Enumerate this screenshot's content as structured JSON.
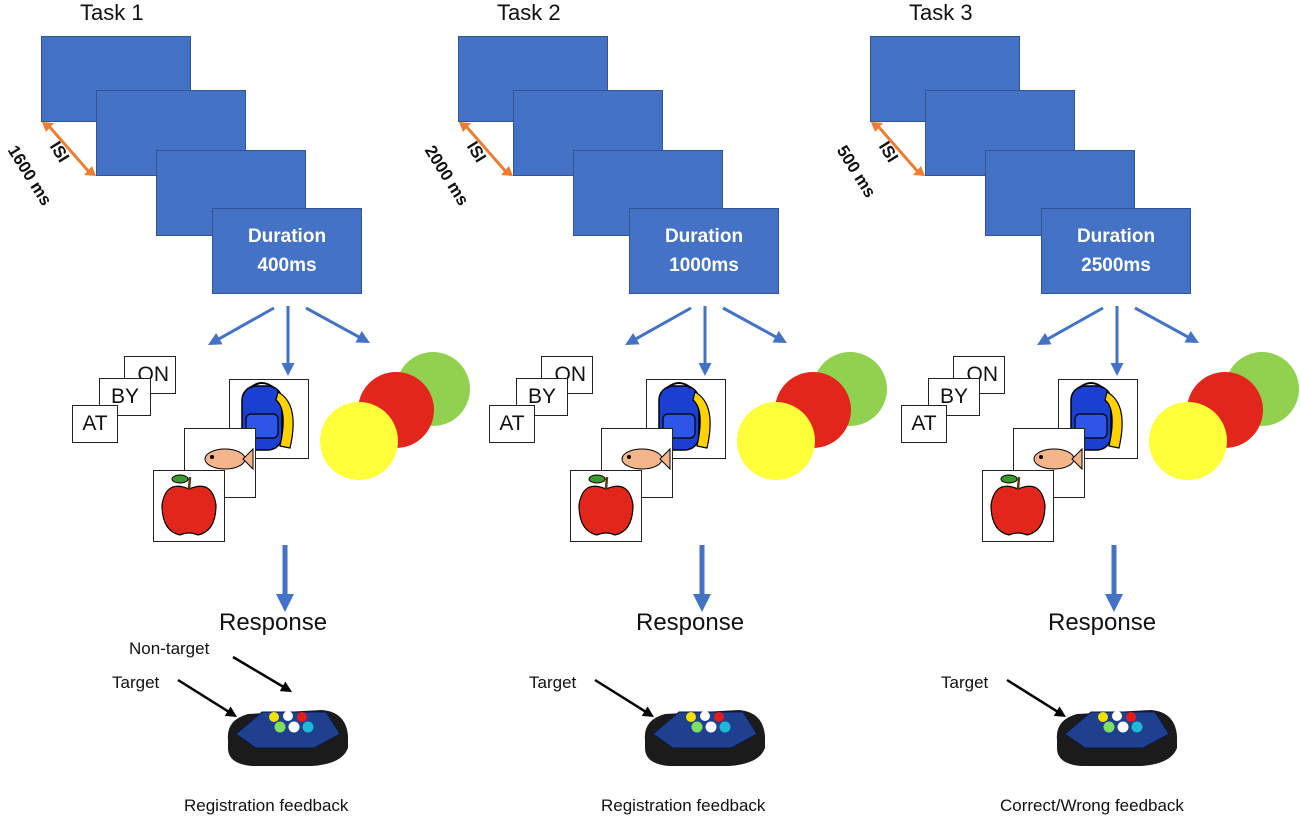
{
  "tasks": [
    {
      "title": "Task 1",
      "isi_label": "ISI",
      "isi_value": "1600 ms",
      "duration_label": "Duration",
      "duration_value": "400ms",
      "words": [
        "ON",
        "BY",
        "AT"
      ],
      "response_label": "Response",
      "target_label": "Target",
      "nontarget_label": "Non-target",
      "feedback": "Registration feedback"
    },
    {
      "title": "Task 2",
      "isi_label": "ISI",
      "isi_value": "2000 ms",
      "duration_label": "Duration",
      "duration_value": "1000ms",
      "words": [
        "ON",
        "BY",
        "AT"
      ],
      "response_label": "Response",
      "target_label": "Target",
      "feedback": "Registration feedback"
    },
    {
      "title": "Task 3",
      "isi_label": "ISI",
      "isi_value": "500 ms",
      "duration_label": "Duration",
      "duration_value": "2500ms",
      "words": [
        "ON",
        "BY",
        "AT"
      ],
      "response_label": "Response",
      "target_label": "Target",
      "feedback": "Correct/Wrong feedback"
    }
  ],
  "colors": {
    "screen": "#4472c4",
    "arrow": "#4472c4",
    "isi_arrow": "#ed7d31",
    "green": "#92d050",
    "red": "#e3261c",
    "yellow": "#ffff3a"
  }
}
